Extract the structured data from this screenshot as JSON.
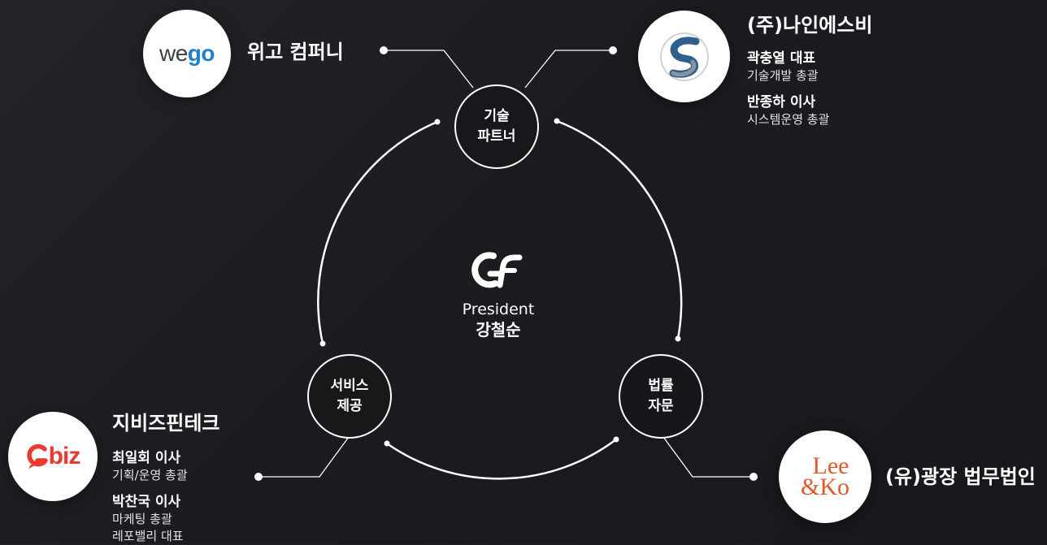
{
  "center": {
    "role": "President",
    "name": "강철순"
  },
  "nodes": {
    "tech": {
      "label": "기술\n파트너"
    },
    "service": {
      "label": "서비스\n제공"
    },
    "legal": {
      "label": "법률\n자문"
    }
  },
  "partners": {
    "wego": {
      "logo_text": "we",
      "logo_accent": "go",
      "company": "위고 컴퍼니"
    },
    "nines": {
      "company": "(주)나인에스비",
      "people": [
        {
          "name": "곽충열 대표",
          "titles": [
            "기술개발 총괄"
          ]
        },
        {
          "name": "반종하 이사",
          "titles": [
            "시스템운영 총괄"
          ]
        }
      ]
    },
    "gbiz": {
      "logo_text": "biz",
      "company": "지비즈핀테크",
      "people": [
        {
          "name": "최일회 이사",
          "titles": [
            "기획/운영 총괄"
          ]
        },
        {
          "name": "박찬국 이사",
          "titles": [
            "마케팅 총괄",
            "레포밸리 대표"
          ]
        }
      ]
    },
    "leeko": {
      "logo_text_1": "Lee",
      "logo_text_2": "&Ko",
      "company": "(유)광장 법무법인"
    }
  },
  "colors": {
    "background": "#1d1e22",
    "line": "#ffffff",
    "gbiz_red": "#e83a2e",
    "leeko_orange": "#e2572b",
    "wego_blue": "#1f7fd0"
  }
}
